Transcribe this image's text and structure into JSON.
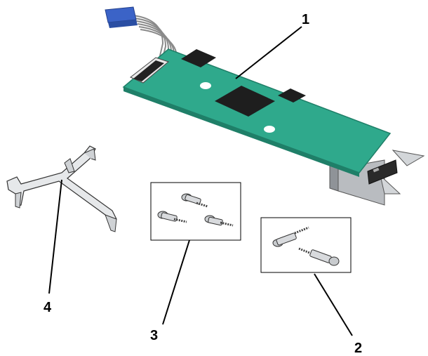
{
  "callouts": {
    "board": "1",
    "screws_pair": "2",
    "screws_triple": "3",
    "bracket": "4"
  },
  "colors": {
    "pcb_green": "#2fa98c",
    "pcb_edge": "#1f7f68",
    "chip_dark": "#1e1e1e",
    "connector_blue": "#3b63c7",
    "metal_gray": "#b9bcc0",
    "metal_dark": "#6f7377",
    "cable_gray": "#8a8a8a"
  },
  "icons": {
    "board": "circuit-board-icon",
    "screw": "screw-icon",
    "bracket": "bracket-icon"
  }
}
